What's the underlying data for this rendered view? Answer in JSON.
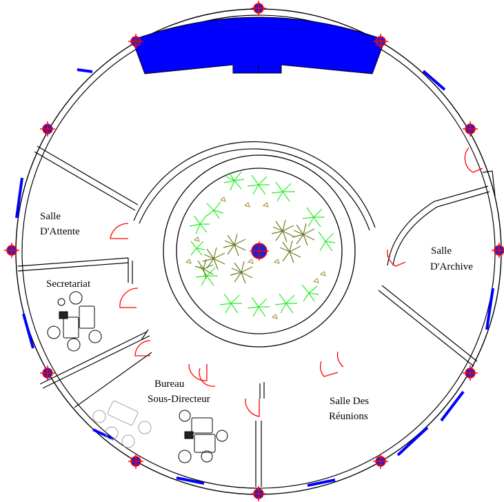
{
  "plan": {
    "rooms": [
      {
        "id": "attente",
        "lines": [
          "Salle",
          "D'Attente"
        ]
      },
      {
        "id": "secretariat",
        "lines": [
          "Secretariat"
        ]
      },
      {
        "id": "bureau",
        "lines": [
          "Bureau",
          "Sous-Directeur"
        ]
      },
      {
        "id": "reunions",
        "lines": [
          "Salle Des",
          "Réunions"
        ]
      },
      {
        "id": "archive",
        "lines": [
          "Salle",
          "D'Archive"
        ]
      }
    ],
    "colors": {
      "wall": "#000000",
      "window_blue": "#0000ff",
      "door_red": "#ff0000",
      "column_blue": "#2222cc",
      "column_red": "#ff0000",
      "tree_green": "#22ee22",
      "tree_olive": "#6b7a1f",
      "furniture_dark": "#000000",
      "furniture_light": "#a0a0a0"
    }
  }
}
